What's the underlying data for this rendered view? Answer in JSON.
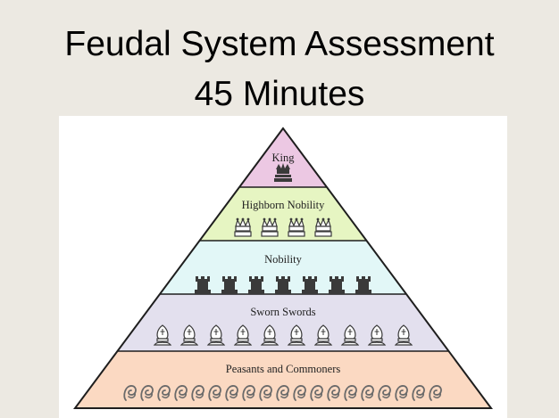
{
  "slide": {
    "title_line_1": "Feudal System Assessment",
    "title_line_2": "45 Minutes"
  },
  "pyramid": {
    "tiers": [
      {
        "label": "King",
        "color": "#ecc8e3",
        "icon": "king-chess-icon",
        "icon_count": 1
      },
      {
        "label": "Highborn Nobility",
        "color": "#e6f5c2",
        "icon": "queen-chess-icon",
        "icon_count": 4
      },
      {
        "label": "Nobility",
        "color": "#e2f7f7",
        "icon": "rook-chess-icon",
        "icon_count": 7
      },
      {
        "label": "Sworn Swords",
        "color": "#e3e0ee",
        "icon": "bishop-chess-icon",
        "icon_count": 10
      },
      {
        "label": "Peasants and Commoners",
        "color": "#fbd9c2",
        "icon": "link-chain-icon",
        "icon_count": 19
      }
    ],
    "outline_color": "#1e1e1e"
  }
}
